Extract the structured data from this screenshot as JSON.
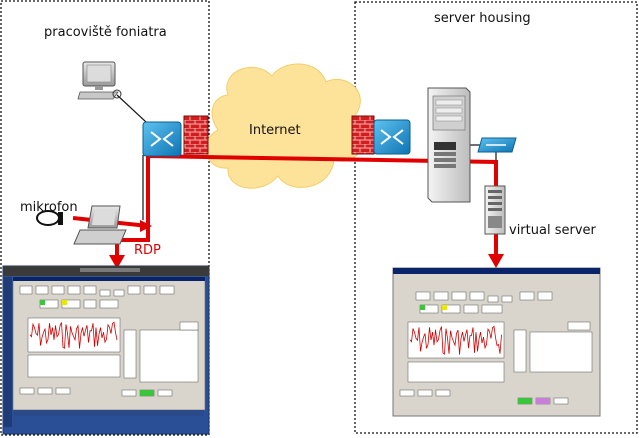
{
  "labels": {
    "left_box_title": "pracoviště foniatra",
    "right_box_title": "server housing",
    "cloud": "Internet",
    "microphone": "mikrofon",
    "rdp": "RDP",
    "virtual_server": "virtual server"
  },
  "colors": {
    "connection_line": "#e00000",
    "cloud_fill": "#fde39a",
    "router_fill": "#1a9bd7",
    "firewall_fill": "#d21e1e",
    "screenshot_frame": "#2b4f96",
    "app_window": "#d9d5cc"
  },
  "icons": {
    "workstation": "computer-icon",
    "laptop": "laptop-icon",
    "microphone": "microphone-icon",
    "router": "router-icon",
    "firewall": "firewall-icon",
    "server": "server-tower-icon",
    "switch": "switch-icon",
    "virtual_server": "virtual-server-icon"
  }
}
